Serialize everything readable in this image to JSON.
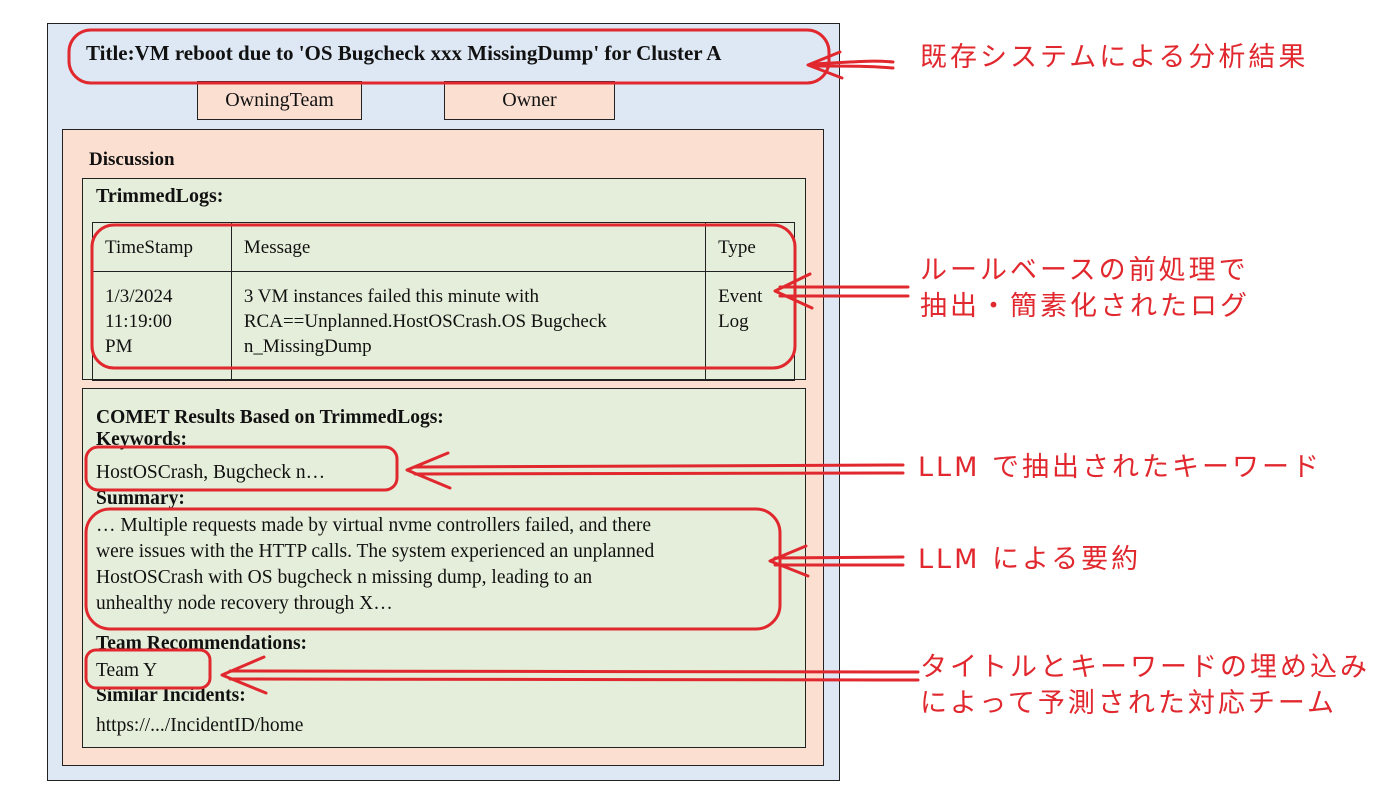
{
  "ticket": {
    "title": "Title:VM reboot due to 'OS Bugcheck xxx MissingDump' for Cluster A",
    "owning_team_label": "OwningTeam",
    "owner_label": "Owner"
  },
  "discussion": {
    "label": "Discussion",
    "trimmed_logs": {
      "title": "TrimmedLogs:",
      "headers": [
        "TimeStamp",
        "Message",
        "Type"
      ],
      "rows": [
        {
          "timestamp": [
            "1/3/2024",
            "11:19:00",
            "PM"
          ],
          "message": [
            "3 VM instances failed this minute with",
            "RCA==Unplanned.HostOSCrash.OS Bugcheck",
            "n_MissingDump"
          ],
          "type": [
            "Event",
            "Log"
          ]
        }
      ]
    },
    "comet": {
      "title": "COMET Results Based on TrimmedLogs:",
      "keywords_label": "Keywords:",
      "keywords": "HostOSCrash, Bugcheck n…",
      "summary_label": "Summary:",
      "summary_lines": [
        "… Multiple requests made by virtual nvme controllers failed, and there",
        "were issues with the HTTP calls. The system experienced an unplanned",
        "HostOSCrash with OS bugcheck n missing dump, leading to an",
        "unhealthy node recovery through X…"
      ],
      "team_label": "Team Recommendations:",
      "team": "Team Y",
      "similar_label": "Similar Incidents:",
      "similar_link": "https://.../IncidentID/home"
    }
  },
  "annotations": {
    "existing_system": "既存システムによる分析結果",
    "rule_based_line1": "ルールベースの前処理で",
    "rule_based_line2": "抽出・簡素化されたログ",
    "llm_keywords": "LLM で抽出されたキーワード",
    "llm_summary": "LLM による要約",
    "team_line1": "タイトルとキーワードの埋め込み",
    "team_line2": "によって予測された対応チーム"
  },
  "colors": {
    "annotation_red": "#e0282e",
    "card_blue": "#dde8f4",
    "panel_peach": "#fbe0d2",
    "panel_green": "#e5eeda"
  }
}
